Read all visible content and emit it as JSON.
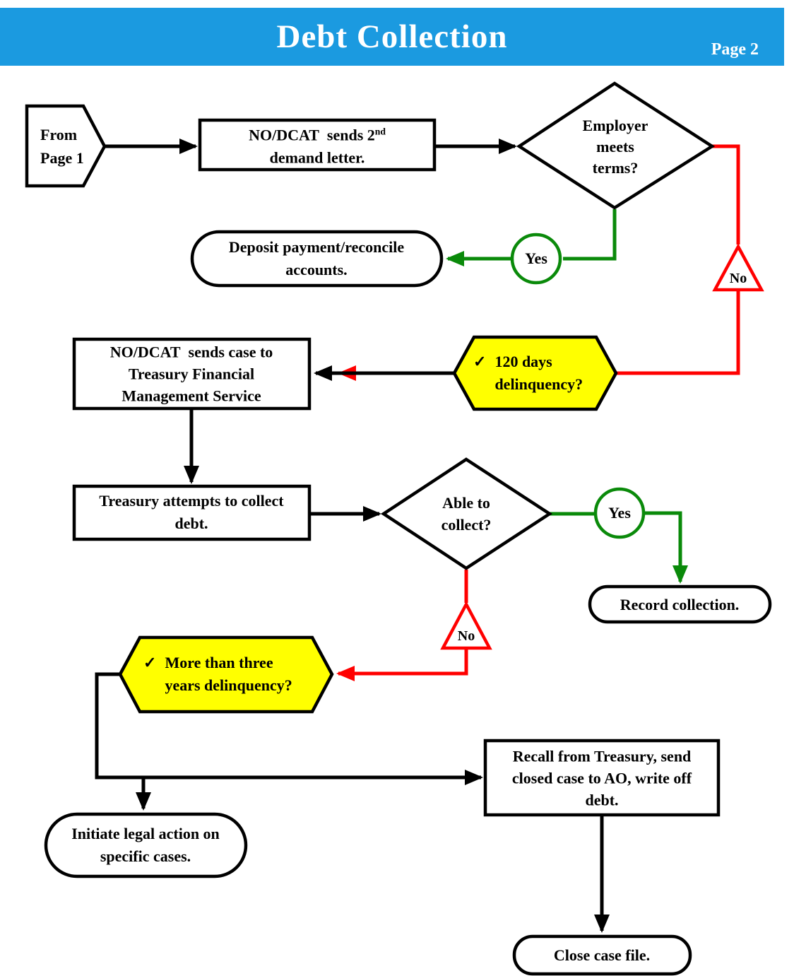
{
  "header": {
    "title": "Debt Collection",
    "page": "Page 2"
  },
  "colors": {
    "header_bar": "#1B9AE0",
    "yes_path": "#0A8A0A",
    "no_path": "#FF0000",
    "line": "#000000",
    "decision_highlight": "#FFFF00"
  },
  "nodes": {
    "from_page": {
      "line1": "From",
      "line2": "Page 1"
    },
    "demand_letter": {
      "line1": "NO/DCAT  sends 2",
      "sup": "nd",
      "line2": "demand letter."
    },
    "employer_terms": {
      "line1": "Employer",
      "line2": "meets",
      "line3": "terms?"
    },
    "yes1": {
      "label": "Yes"
    },
    "deposit": {
      "line1": "Deposit payment/reconcile",
      "line2": "accounts."
    },
    "no1": {
      "label": "No"
    },
    "delinquency120": {
      "bullet": "✓",
      "line1": "120 days",
      "line2": "delinquency?"
    },
    "send_treasury": {
      "line1": "NO/DCAT  sends case to",
      "line2": "Treasury Financial",
      "line3": "Management Service"
    },
    "treasury_collect": {
      "line1": "Treasury attempts to collect",
      "line2": "debt."
    },
    "able_collect": {
      "line1": "Able to",
      "line2": "collect?"
    },
    "yes2": {
      "label": "Yes"
    },
    "record": {
      "label": "Record collection."
    },
    "no2": {
      "label": "No"
    },
    "delinquency3yr": {
      "bullet": "✓",
      "line1": "More than three",
      "line2": "years delinquency?"
    },
    "legal_action": {
      "line1": "Initiate legal action on",
      "line2": "specific cases."
    },
    "recall": {
      "line1": "Recall from Treasury, send",
      "line2": "closed case to AO, write off",
      "line3": "debt."
    },
    "close_case": {
      "label": "Close case file."
    }
  }
}
